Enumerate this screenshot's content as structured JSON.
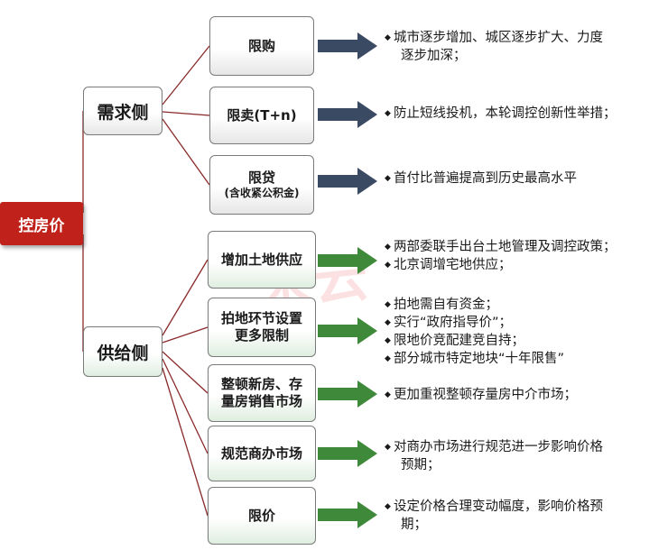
{
  "root": {
    "label": "控房价"
  },
  "demand": {
    "label": "需求侧",
    "items": [
      {
        "label": "限购",
        "sub": "",
        "desc": [
          "城市逐步增加、城区逐步扩大、力度",
          "逐步加深；"
        ]
      },
      {
        "label": "限卖(T+n)",
        "sub": "",
        "desc": [
          "防止短线投机，本轮调控创新性举措；"
        ]
      },
      {
        "label": "限贷",
        "sub": "(含收紧公积金)",
        "desc": [
          "首付比普遍提高到历史最高水平"
        ]
      }
    ]
  },
  "supply": {
    "label": "供给侧",
    "items": [
      {
        "label": "增加土地供应",
        "sub": "",
        "desc": [
          "两部委联手出台土地管理及调控政策；",
          "北京调增宅地供应；"
        ]
      },
      {
        "label": "拍地环节设置",
        "sub": "更多限制",
        "desc": [
          "拍地需自有资金；",
          "实行“政府指导价”；",
          "限地价竞配建竞自持；",
          "部分城市特定地块“十年限售”"
        ]
      },
      {
        "label": "整顿新房、存",
        "sub": "量房销售市场",
        "desc": [
          "更加重视整顿存量房中介市场；"
        ]
      },
      {
        "label": "规范商办市场",
        "sub": "",
        "desc": [
          "对商办市场进行规范进一步影响价格",
          "预期；"
        ]
      },
      {
        "label": "限价",
        "sub": "",
        "desc": [
          "设定价格合理变动幅度，影响价格预",
          "期；"
        ]
      }
    ]
  },
  "colors": {
    "root": "#c0211a",
    "demand_arrow": "#3b4a63",
    "supply_arrow": "#3e8a3a",
    "connector": "#8a2a2a"
  },
  "watermark": "米云"
}
